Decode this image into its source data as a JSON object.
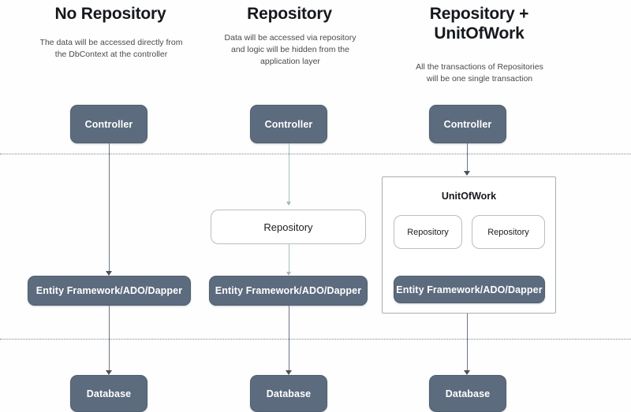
{
  "diagram": {
    "title_row": [
      {
        "id": "col1",
        "title": "No Repository",
        "subtitle": "The data will be accessed directly from the DbContext at the controller"
      },
      {
        "id": "col2",
        "title": "Repository",
        "subtitle": "Data will be accessed via repository and logic will be hidden from the application layer"
      },
      {
        "id": "col3",
        "title": "Repository + UnitOfWork",
        "subtitle": "All the transactions of Repositories will be one single transaction"
      }
    ],
    "labels": {
      "controller": "Controller",
      "repository": "Repository",
      "entity_framework": "Entity Framework/ADO/Dapper",
      "database": "Database",
      "unit_of_work": "UnitOfWork"
    },
    "columns": {
      "col1": {
        "controller": "Controller",
        "entity_framework": "Entity Framework/ADO/Dapper",
        "database": "Database"
      },
      "col2": {
        "controller": "Controller",
        "repository": "Repository",
        "entity_framework": "Entity Framework/ADO/Dapper",
        "database": "Database"
      },
      "col3": {
        "controller": "Controller",
        "unit_of_work": "UnitOfWork",
        "repository_left": "Repository",
        "repository_right": "Repository",
        "entity_framework": "Entity Framework/ADO/Dapper",
        "database": "Database"
      }
    },
    "colors": {
      "node_fill": "#5c6b7e",
      "node_border": "#51606f",
      "light_border": "#b9bdc2",
      "panel_border": "#a9adb2",
      "divider": "#7d8894",
      "connector": "#6a7682",
      "connector_pale": "#aebec1",
      "title_text": "#15181c",
      "subtitle_text": "#4a4a4a",
      "node_text": "#ffffff",
      "background": "#fefefe"
    }
  }
}
